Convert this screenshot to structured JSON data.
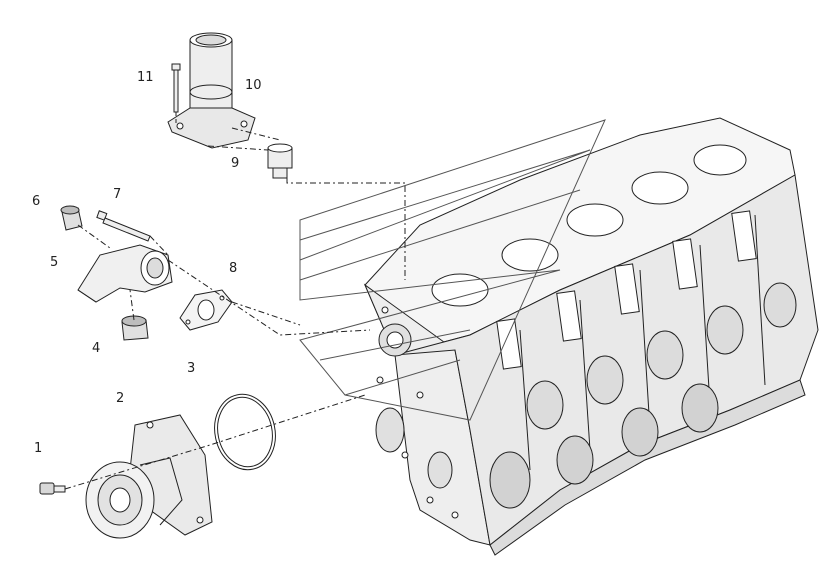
{
  "callouts": [
    {
      "id": "1",
      "label": "1"
    },
    {
      "id": "2",
      "label": "2"
    },
    {
      "id": "3",
      "label": "3"
    },
    {
      "id": "4",
      "label": "4"
    },
    {
      "id": "5",
      "label": "5"
    },
    {
      "id": "6",
      "label": "6"
    },
    {
      "id": "7",
      "label": "7"
    },
    {
      "id": "8",
      "label": "8"
    },
    {
      "id": "9",
      "label": "9"
    },
    {
      "id": "10",
      "label": "10"
    },
    {
      "id": "11",
      "label": "11"
    }
  ],
  "colors": {
    "line": "#222222",
    "part_fill": "#f2f2f2",
    "part_shade": "#d9d9d9",
    "background": "#ffffff"
  }
}
